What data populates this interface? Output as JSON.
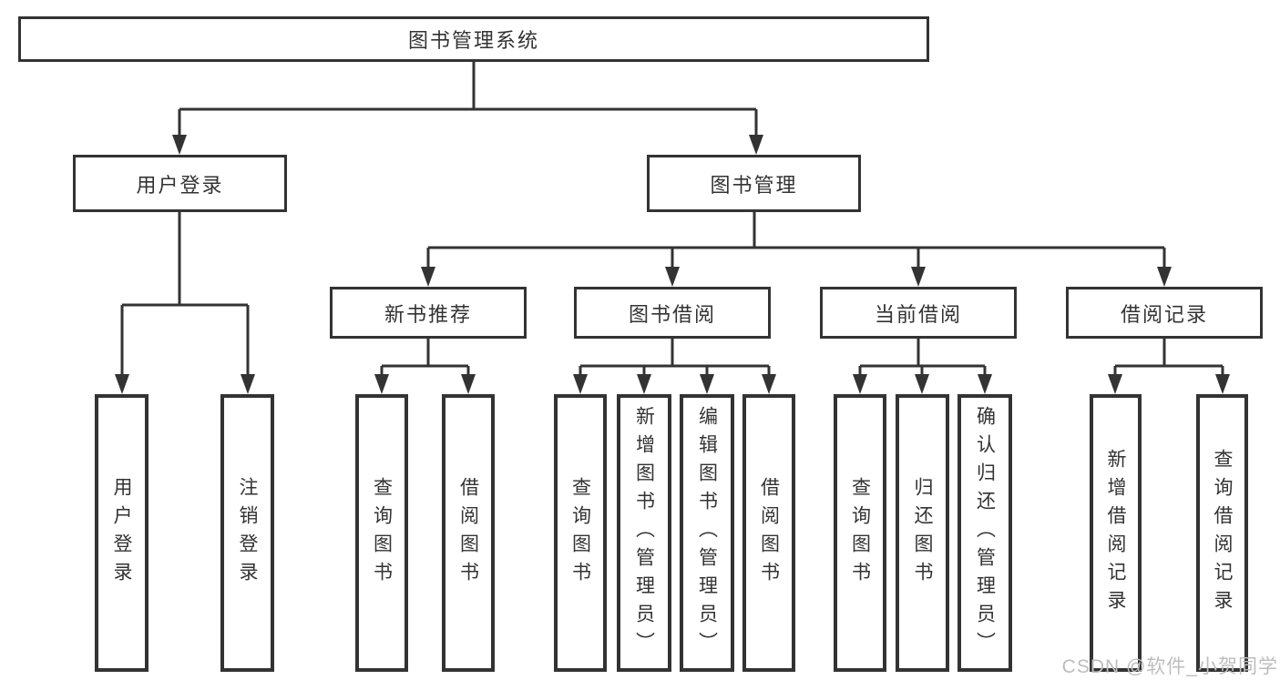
{
  "diagram_type": "hierarchy-tree",
  "tree": {
    "root": {
      "label": "图书管理系统"
    },
    "branches": [
      {
        "label": "用户登录",
        "leaves": [
          {
            "label": "用户登录"
          },
          {
            "label": "注销登录"
          }
        ]
      },
      {
        "label": "图书管理",
        "groups": [
          {
            "label": "新书推荐",
            "leaves": [
              {
                "label": "查询图书"
              },
              {
                "label": "借阅图书"
              }
            ]
          },
          {
            "label": "图书借阅",
            "leaves": [
              {
                "label": "查询图书"
              },
              {
                "label": "新增图书（管理员）"
              },
              {
                "label": "编辑图书（管理员）"
              },
              {
                "label": "借阅图书"
              }
            ]
          },
          {
            "label": "当前借阅",
            "leaves": [
              {
                "label": "查询图书"
              },
              {
                "label": "归还图书"
              },
              {
                "label": "确认归还（管理员）"
              }
            ]
          },
          {
            "label": "借阅记录",
            "leaves": [
              {
                "label": "新增借阅记录"
              },
              {
                "label": "查询借阅记录"
              }
            ]
          }
        ]
      }
    ]
  },
  "watermark": {
    "text": "CSDN @软件_小贺同学"
  },
  "colors": {
    "line": "#333333",
    "text": "#333333",
    "background": "#ffffff",
    "watermark": "#bdbdbd"
  }
}
